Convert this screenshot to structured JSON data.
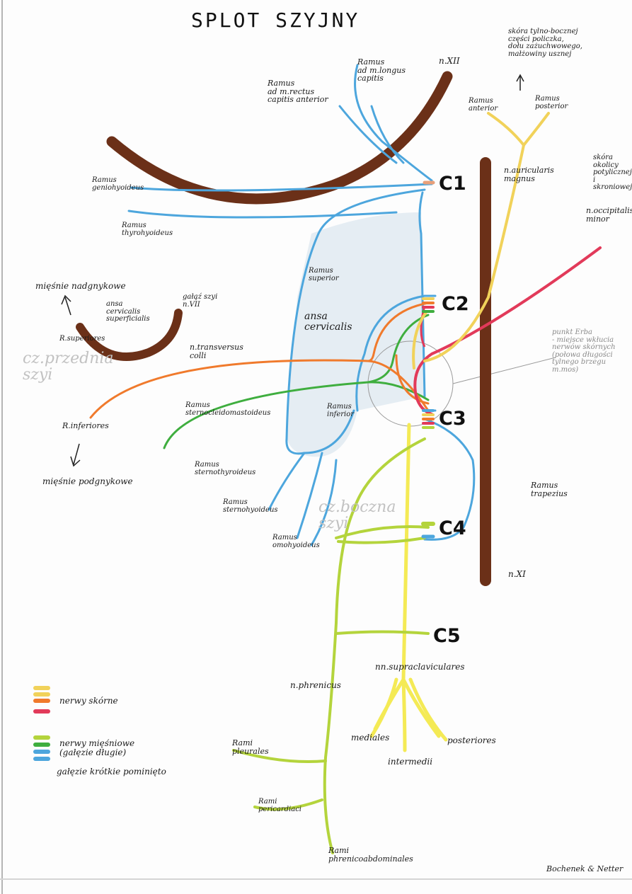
{
  "title": "SPLOT SZYJNY",
  "colors": {
    "nerve_trunk": "#6b3018",
    "motor_blue": "#4da6dd",
    "motor_green": "#3fae3f",
    "motor_lime": "#b4d43c",
    "cutaneous_yellow": "#f1d25a",
    "cutaneous_orange": "#f07a2c",
    "cutaneous_red": "#e23a5a",
    "ansa_fill": "#dfe8f0"
  },
  "segments": {
    "c1": "C1",
    "c2": "C2",
    "c3": "C3",
    "c4": "C4",
    "c5": "C5"
  },
  "labels": {
    "n_xii": "n.XII",
    "n_xi": "n.XI",
    "ramus_longus": "Ramus\nad m.longus\ncapitis",
    "ramus_rectus": "Ramus\nad m.rectus\ncapitis anterior",
    "ramus_geniohyoideus": "Ramus\ngeniohyoideus",
    "ramus_thyrohyoideus": "Ramus\nthyrohyoideus",
    "ramus_superior": "Ramus\nsuperior",
    "ansa_cervicalis": "ansa\ncervicalis",
    "ramus_inferior": "Ramus\ninferior",
    "ramus_sternocleidomastoideus": "Ramus\nsternocleidomastoideus",
    "ramus_sternothyroideus": "Ramus\nsternothyroideus",
    "ramus_sternohyoideus": "Ramus\nsternohyoideus",
    "ramus_omohyoideus": "Ramus\nomohyoideus",
    "miesnie_nadgnykowe": "mięśnie nadgnykowe",
    "miesnie_podgnykowe": "mięśnie podgnykowe",
    "ansa_superficialis": "ansa\ncervicalis\nsuperficialis",
    "galaz_szyi": "gałąź szyi\nn.VII",
    "r_superiores": "R.superiores",
    "r_inferiores": "R.inferiores",
    "cz_przednia": "cz.przednia\nszyi",
    "cz_boczna": "cz.boczna\nszyi",
    "n_transversus": "n.transversus\ncolli",
    "skora_policzka": "skóra tylno-bocznej\nczęści policzka,\ndołu zażuchwowego,\nmałżowiny usznej",
    "ramus_anterior": "Ramus\nanterior",
    "ramus_posterior": "Ramus\nposterior",
    "n_auricularis": "n.auricularis\nmagnus",
    "skora_okolicy": "skóra\nokolicy\npotylicznej\ni skroniowej",
    "n_occipitalis": "n.occipitalis\nminor",
    "punkt_erba": "punkt Erba\n- miejsce wkłucia\nnerwów skórnych\n(połowa długości\ntylnego brzegu\nm.mos)",
    "ramus_trapezius": "Ramus\ntrapezius",
    "nn_supraclaviculares": "nn.supraclaviculares",
    "n_phrenicus": "n.phrenicus",
    "mediales": "mediales",
    "intermedii": "intermedii",
    "posteriores": "posteriores",
    "rami_pleurales": "Rami\npleurales",
    "rami_pericardiaci": "Rami\npericardiaci",
    "rami_phrenicoabdominales": "Rami\nphrenicoabdominales"
  },
  "legend": {
    "cutaneous": "nerwy skórne",
    "motor": "nerwy mięśniowe\n(gałęzie długie)",
    "note": "gałęzie krótkie pominięto"
  },
  "signature": "Bochenek & Netter"
}
